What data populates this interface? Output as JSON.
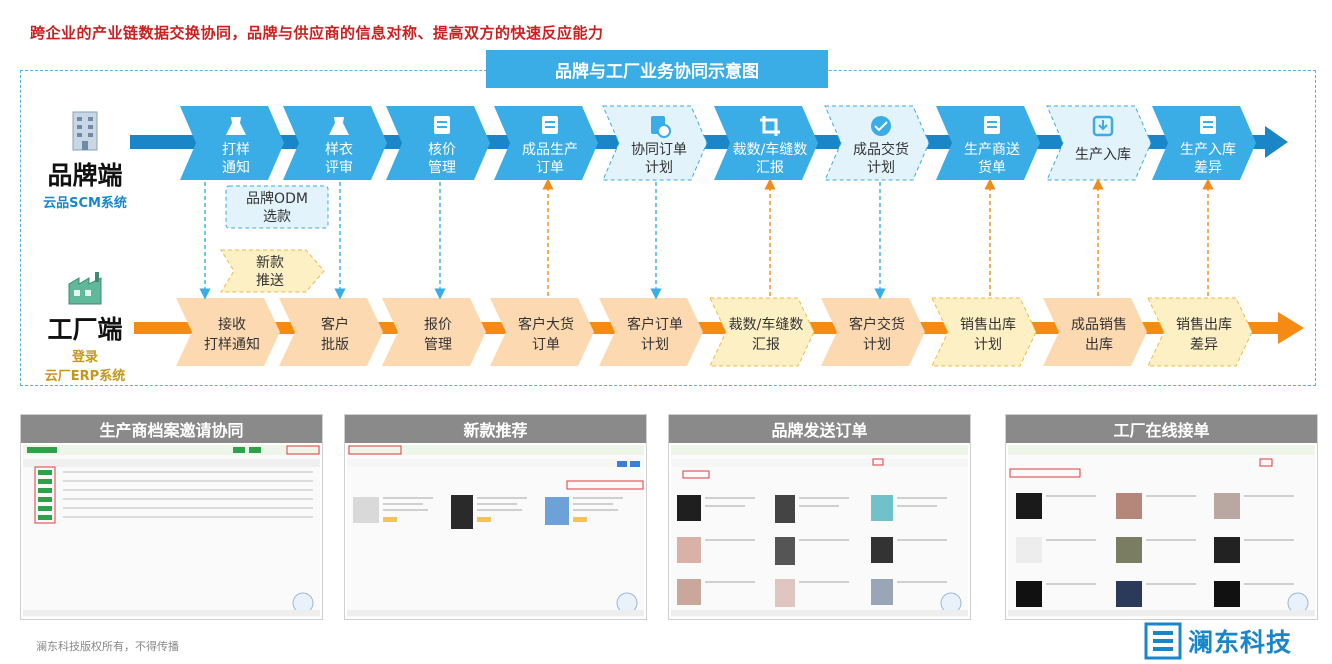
{
  "headline": "跨企业的产业链数据交换协同，品牌与供应商的信息对称、提高双方的快速反应能力",
  "diagram_title": "品牌与工厂业务协同示意图",
  "brand_lane": {
    "title": "品牌端",
    "subtitle": "云品SCM系统",
    "color": "#1a86c8",
    "steps": [
      {
        "line1": "打样",
        "line2": "通知",
        "icon": "dress-icon",
        "style": "solid"
      },
      {
        "line1": "样衣",
        "line2": "评审",
        "icon": "dress-icon",
        "style": "solid"
      },
      {
        "line1": "核价",
        "line2": "管理",
        "icon": "document-icon",
        "style": "solid"
      },
      {
        "line1": "成品生产",
        "line2": "订单",
        "icon": "document-icon",
        "style": "solid"
      },
      {
        "line1": "协同订单",
        "line2": "计划",
        "icon": "clock-document-icon",
        "style": "dashed"
      },
      {
        "line1": "裁数/车缝数",
        "line2": "汇报",
        "icon": "crop-icon",
        "style": "solid"
      },
      {
        "line1": "成品交货",
        "line2": "计划",
        "icon": "handshake-icon",
        "style": "dashed"
      },
      {
        "line1": "生产商送",
        "line2": "货单",
        "icon": "document-icon",
        "style": "solid"
      },
      {
        "line1": "生产入库",
        "line2": "",
        "icon": "inbox-icon",
        "style": "dashed"
      },
      {
        "line1": "生产入库",
        "line2": "差异",
        "icon": "check-document-icon",
        "style": "solid"
      }
    ]
  },
  "odm_box": {
    "line1": "品牌ODM",
    "line2": "选款"
  },
  "new_push": {
    "line1": "新款",
    "line2": "推送"
  },
  "factory_lane": {
    "title": "工厂端",
    "subtitle1": "登录",
    "subtitle2": "云厂ERP系统",
    "color": "#f08c1c",
    "steps": [
      {
        "line1": "接收",
        "line2": "打样通知",
        "style": "solid"
      },
      {
        "line1": "客户",
        "line2": "批版",
        "style": "solid"
      },
      {
        "line1": "报价",
        "line2": "管理",
        "style": "solid"
      },
      {
        "line1": "客户大货",
        "line2": "订单",
        "style": "solid"
      },
      {
        "line1": "客户订单",
        "line2": "计划",
        "style": "solid"
      },
      {
        "line1": "裁数/车缝数",
        "line2": "汇报",
        "style": "dashed"
      },
      {
        "line1": "客户交货",
        "line2": "计划",
        "style": "solid"
      },
      {
        "line1": "销售出库",
        "line2": "计划",
        "style": "dashed"
      },
      {
        "line1": "成品销售",
        "line2": "出库",
        "style": "solid"
      },
      {
        "line1": "销售出库",
        "line2": "差异",
        "style": "dashed"
      }
    ]
  },
  "panels": [
    {
      "title": "生产商档案邀请协同"
    },
    {
      "title": "新款推荐"
    },
    {
      "title": "品牌发送订单"
    },
    {
      "title": "工厂在线接单"
    }
  ],
  "footer": {
    "copyright": "澜东科技版权所有，不得传播",
    "logo_text": "澜东科技"
  },
  "colors": {
    "blue": "#3aace6",
    "light_blue": "#e3f3fc",
    "orange": "#f08c1c",
    "peach": "#fcd9b0",
    "yellow": "#fdf0c4",
    "red": "#cc1f1f"
  }
}
